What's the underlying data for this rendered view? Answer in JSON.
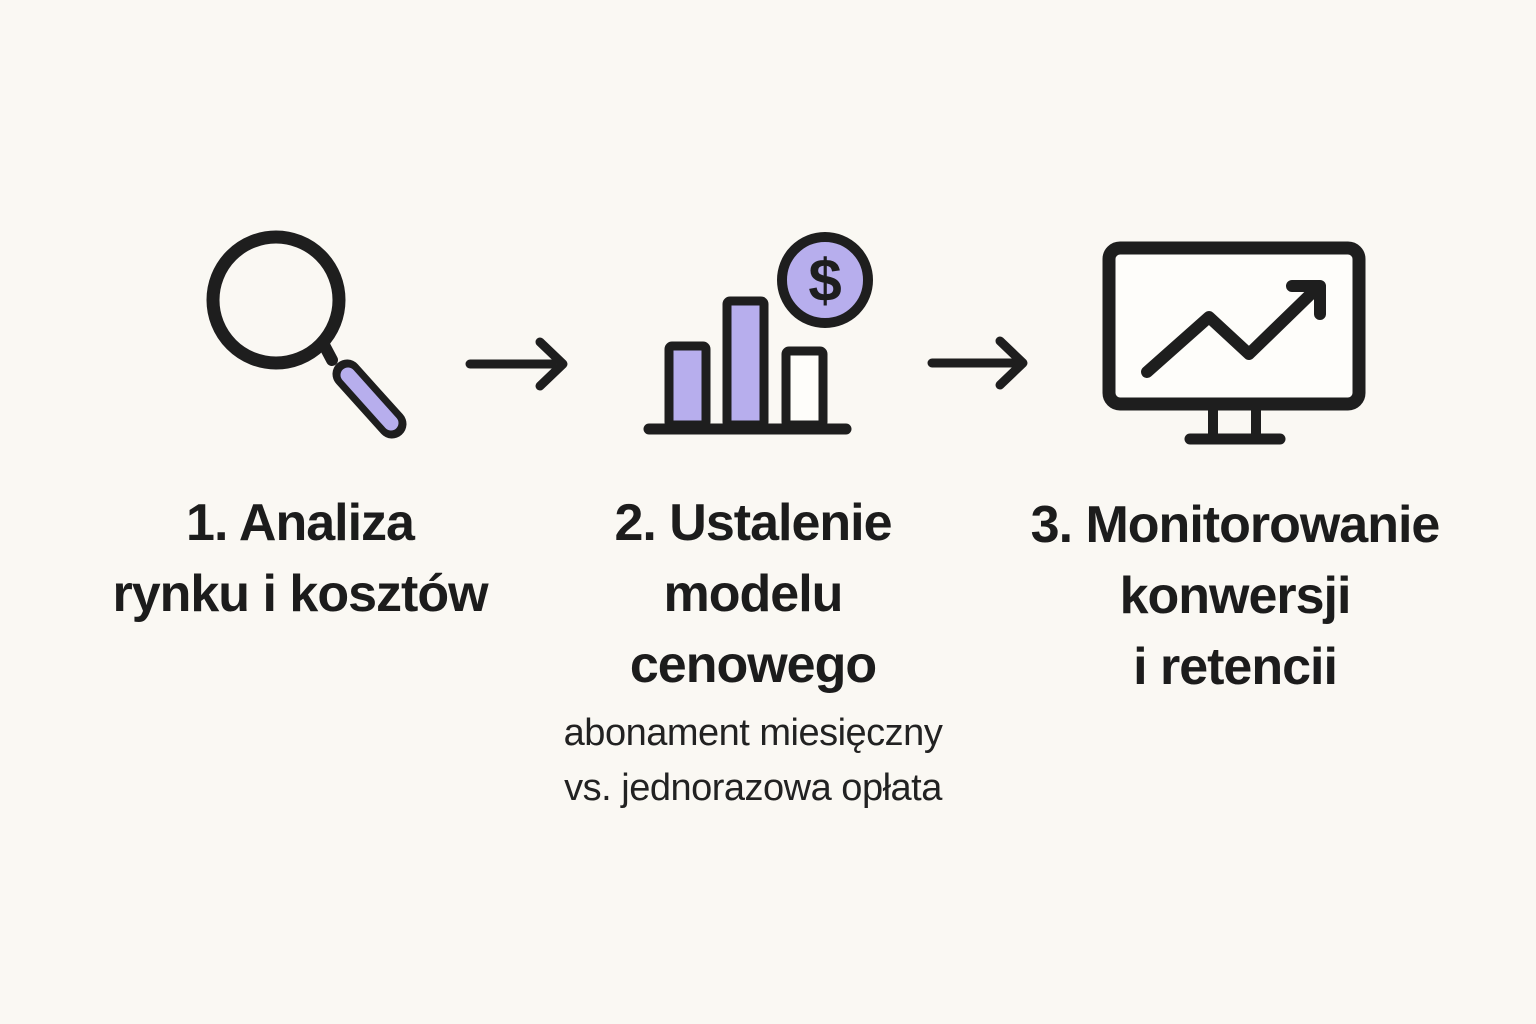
{
  "diagram": {
    "type": "process-flow",
    "language": "pl",
    "steps": [
      {
        "number": "1",
        "title": "1. Analiza\nrynku i kosztów",
        "subtitle": "",
        "icon": "magnifier-icon"
      },
      {
        "number": "2",
        "title": "2. Ustalenie\nmodelu\ncenowego",
        "subtitle": "abonament miesięczny\nvs. jednorazowa opłata",
        "icon": "bar-chart-dollar-icon",
        "currency_symbol": "$"
      },
      {
        "number": "3",
        "title": "3. Monitorowanie\nkonwersji\ni retencii",
        "subtitle": "",
        "icon": "monitor-trend-icon"
      }
    ],
    "connector_icon": "arrow-right-icon",
    "colors": {
      "background": "#faf8f3",
      "accent": "#b7aeed",
      "ink": "#1e1e1e",
      "panel_white": "#fefdfa"
    }
  }
}
